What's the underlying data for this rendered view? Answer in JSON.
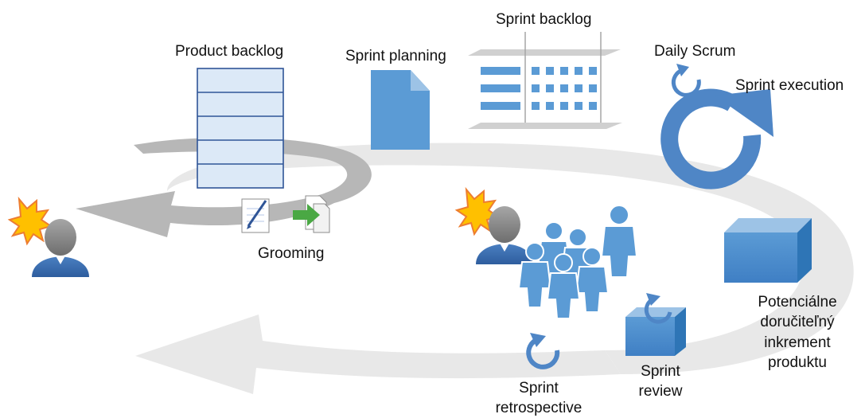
{
  "labels": {
    "product_backlog": "Product backlog",
    "sprint_planning": "Sprint planning",
    "sprint_backlog": "Sprint backlog",
    "daily_scrum": "Daily Scrum",
    "sprint_execution": "Sprint execution",
    "grooming": "Grooming",
    "increment_line1": "Potenciálne",
    "increment_line2": "doručiteľný",
    "increment_line3": "inkrement",
    "increment_line4": "produktu",
    "sprint_review_line1": "Sprint",
    "sprint_review_line2": "review",
    "sprint_retro_line1": "Sprint",
    "sprint_retro_line2": "retrospective"
  },
  "colors": {
    "accent_blue": "#4f86c6",
    "light_blue": "#5b9bd5",
    "arrow_gray": "#b7b7b7",
    "arrow_light": "#e8e8e8",
    "star_yellow": "#ffc000",
    "star_orange": "#ed7d31"
  }
}
